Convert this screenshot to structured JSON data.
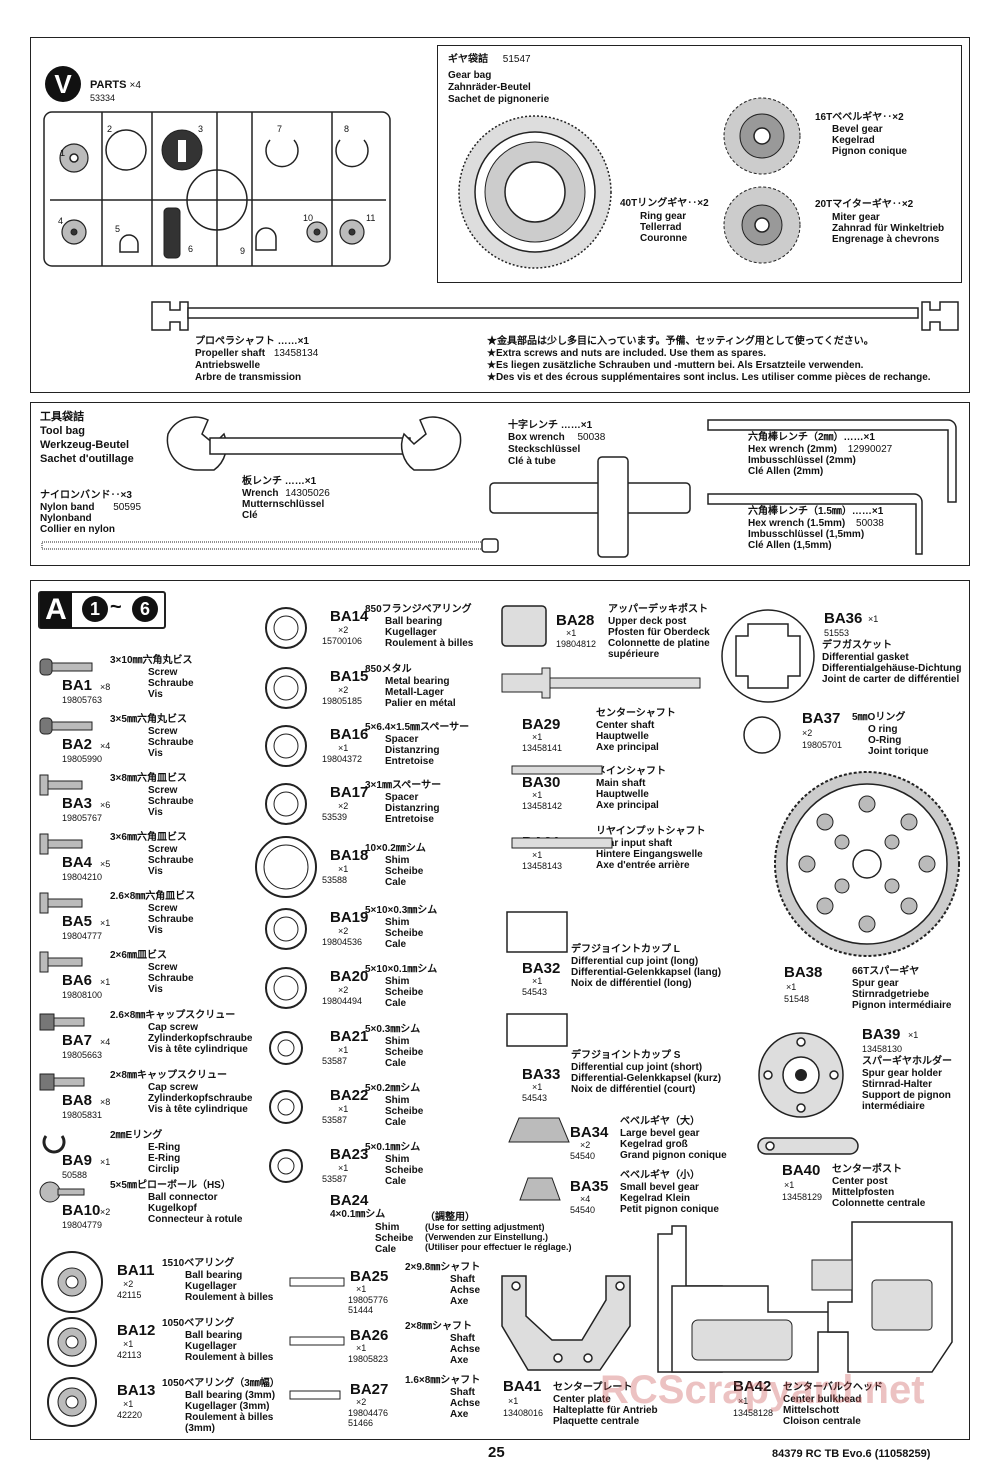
{
  "partsV": {
    "badge": "V",
    "title": "PARTS",
    "qty": "×4",
    "code": "53334",
    "nums": [
      "1",
      "2",
      "3",
      "4",
      "5",
      "6",
      "7",
      "8",
      "9",
      "10",
      "11"
    ],
    "shaft_ja": "プロペラシャフト ……×1",
    "shaft_en": "Propeller shaft",
    "shaft_code": "13458134",
    "shaft_de": "Antriebswelle",
    "shaft_fr": "Arbre de transmission"
  },
  "gearbag": {
    "ja": "ギヤ袋詰",
    "code": "51547",
    "en": "Gear bag",
    "de": "Zahnräder-Beutel",
    "fr": "Sachet de pignonerie",
    "bevel": [
      "16Tベベルギヤ‥×2",
      "Bevel gear",
      "Kegelrad",
      "Pignon conique"
    ],
    "ring": [
      "40Tリングギヤ‥×2",
      "Ring gear",
      "Tellerrad",
      "Couronne"
    ],
    "miter": [
      "20Tマイターギヤ‥×2",
      "Miter gear",
      "Zahnrad für Winkeltrieb",
      "Engrenage à chevrons"
    ]
  },
  "notes": [
    "★金具部品は少し多目に入っています。予備、セッティング用として使ってください。",
    "★Extra screws and nuts are included. Use them as spares.",
    "★Es liegen zusätzliche Schrauben und -muttern bei. Als Ersatzteile verwenden.",
    "★Des vis et des écrous supplémentaires sont inclus. Les utiliser comme pièces de rechange."
  ],
  "toolbag": {
    "ja": "工具袋詰",
    "en": "Tool bag",
    "de": "Werkzeug-Beutel",
    "fr": "Sachet d'outillage",
    "nylon": [
      "ナイロンバンド‥×3",
      "Nylon band",
      "50595",
      "Nylonband",
      "Collier en nylon"
    ],
    "wrench": [
      "板レンチ ……×1",
      "Wrench",
      "14305026",
      "Mutternschlüssel",
      "Clé"
    ],
    "box": [
      "十字レンチ ……×1",
      "Box wrench",
      "50038",
      "Steckschlüssel",
      "Clé à tube"
    ],
    "hex2": [
      "六角棒レンチ（2㎜）……×1",
      "Hex wrench (2mm)",
      "12990027",
      "Imbusschlüssel (2mm)",
      "Clé Allen (2mm)"
    ],
    "hex15": [
      "六角棒レンチ（1.5㎜）……×1",
      "Hex wrench (1.5mm)",
      "50038",
      "Imbusschlüssel (1,5mm)",
      "Clé Allen (1,5mm)"
    ]
  },
  "sectionA": {
    "letter": "A",
    "step_from": "1",
    "tilde": "~",
    "step_to": "6"
  },
  "col1": [
    {
      "code": "BA1",
      "qty": "×8",
      "num": "19805763",
      "ja": "3×10㎜六角丸ビス",
      "en": "Screw",
      "de": "Schraube",
      "fr": "Vis"
    },
    {
      "code": "BA2",
      "qty": "×4",
      "num": "19805990",
      "ja": "3×5㎜六角丸ビス",
      "en": "Screw",
      "de": "Schraube",
      "fr": "Vis"
    },
    {
      "code": "BA3",
      "qty": "×6",
      "num": "19805767",
      "ja": "3×8㎜六角皿ビス",
      "en": "Screw",
      "de": "Schraube",
      "fr": "Vis"
    },
    {
      "code": "BA4",
      "qty": "×5",
      "num": "19804210",
      "ja": "3×6㎜六角皿ビス",
      "en": "Screw",
      "de": "Schraube",
      "fr": "Vis"
    },
    {
      "code": "BA5",
      "qty": "×1",
      "num": "19804777",
      "ja": "2.6×8㎜六角皿ビス",
      "en": "Screw",
      "de": "Schraube",
      "fr": "Vis"
    },
    {
      "code": "BA6",
      "qty": "×1",
      "num": "19808100",
      "ja": "2×6㎜皿ビス",
      "en": "Screw",
      "de": "Schraube",
      "fr": "Vis"
    },
    {
      "code": "BA7",
      "qty": "×4",
      "num": "19805663",
      "ja": "2.6×8㎜キャップスクリュー",
      "en": "Cap screw",
      "de": "Zylinderkopfschraube",
      "fr": "Vis à tête cylindrique"
    },
    {
      "code": "BA8",
      "qty": "×8",
      "num": "19805831",
      "ja": "2×8㎜キャップスクリュー",
      "en": "Cap screw",
      "de": "Zylinderkopfschraube",
      "fr": "Vis à tête cylindrique"
    },
    {
      "code": "BA9",
      "qty": "×1",
      "num": "50588",
      "ja": "2㎜Eリング",
      "en": "E-Ring",
      "de": "E-Ring",
      "fr": "Circlip"
    },
    {
      "code": "BA10",
      "qty": "×2",
      "num": "19804779",
      "ja": "5×5㎜ピローボール（HS）",
      "en": "Ball connector",
      "de": "Kugelkopf",
      "fr": "Connecteur à rotule"
    }
  ],
  "col1b": [
    {
      "code": "BA11",
      "qty": "×2",
      "num": "42115",
      "ja": "1510ベアリング",
      "en": "Ball bearing",
      "de": "Kugellager",
      "fr": "Roulement à billes"
    },
    {
      "code": "BA12",
      "qty": "×1",
      "num": "42113",
      "ja": "1050ベアリング",
      "en": "Ball bearing",
      "de": "Kugellager",
      "fr": "Roulement à billes"
    },
    {
      "code": "BA13",
      "qty": "×1",
      "num": "42220",
      "ja": "1050ベアリング（3㎜幅）",
      "en": "Ball bearing (3mm)",
      "de": "Kugellager (3mm)",
      "fr": "Roulement à billes",
      "fr2": "(3mm)"
    }
  ],
  "col2": [
    {
      "code": "BA14",
      "qty": "×2",
      "num": "15700106",
      "ja": "850フランジベアリング",
      "en": "Ball bearing",
      "de": "Kugellager",
      "fr": "Roulement à billes"
    },
    {
      "code": "BA15",
      "qty": "×2",
      "num": "19805185",
      "ja": "850メタル",
      "en": "Metal bearing",
      "de": "Metall-Lager",
      "fr": "Palier en métal"
    },
    {
      "code": "BA16",
      "qty": "×1",
      "num": "19804372",
      "ja": "5×6.4×1.5㎜スペーサー",
      "en": "Spacer",
      "de": "Distanzring",
      "fr": "Entretoise"
    },
    {
      "code": "BA17",
      "qty": "×2",
      "num": "53539",
      "ja": "3×1㎜スペーサー",
      "en": "Spacer",
      "de": "Distanzring",
      "fr": "Entretoise"
    },
    {
      "code": "BA18",
      "qty": "×1",
      "num": "53588",
      "ja": "10×0.2㎜シム",
      "en": "Shim",
      "de": "Scheibe",
      "fr": "Cale"
    },
    {
      "code": "BA19",
      "qty": "×2",
      "num": "19804536",
      "ja": "5×10×0.3㎜シム",
      "en": "Shim",
      "de": "Scheibe",
      "fr": "Cale"
    },
    {
      "code": "BA20",
      "qty": "×2",
      "num": "19804494",
      "ja": "5×10×0.1㎜シム",
      "en": "Shim",
      "de": "Scheibe",
      "fr": "Cale"
    },
    {
      "code": "BA21",
      "qty": "×1",
      "num": "53587",
      "ja": "5×0.3㎜シム",
      "en": "Shim",
      "de": "Scheibe",
      "fr": "Cale"
    },
    {
      "code": "BA22",
      "qty": "×1",
      "num": "53587",
      "ja": "5×0.2㎜シム",
      "en": "Shim",
      "de": "Scheibe",
      "fr": "Cale"
    },
    {
      "code": "BA23",
      "qty": "×1",
      "num": "53587",
      "ja": "5×0.1㎜シム",
      "en": "Shim",
      "de": "Scheibe",
      "fr": "Cale"
    }
  ],
  "ba24": {
    "code": "BA24",
    "size": "4×0.1㎜シム",
    "ja": "（調整用）",
    "en": "(Use for setting adjustment)",
    "de": "(Verwenden zur Einstellung.)",
    "fr": "(Utiliser pour effectuer le réglage.)",
    "w1": "Shim",
    "w2": "Scheibe",
    "w3": "Cale"
  },
  "col2b": [
    {
      "code": "BA25",
      "qty": "×1",
      "num": "19805776",
      "num2": "51444",
      "ja": "2×9.8㎜シャフト",
      "en": "Shaft",
      "de": "Achse",
      "fr": "Axe"
    },
    {
      "code": "BA26",
      "qty": "×1",
      "num": "19805823",
      "ja": "2×8㎜シャフト",
      "en": "Shaft",
      "de": "Achse",
      "fr": "Axe"
    },
    {
      "code": "BA27",
      "qty": "×2",
      "num": "19804476",
      "num2": "51466",
      "ja": "1.6×8㎜シャフト",
      "en": "Shaft",
      "de": "Achse",
      "fr": "Axe"
    }
  ],
  "col3": [
    {
      "code": "BA28",
      "qty": "×1",
      "num": "19804812",
      "ja": "アッパーデッキポスト",
      "en": "Upper deck post",
      "de": "Pfosten für Oberdeck",
      "fr": "Colonnette de platine",
      "fr2": "supérieure"
    },
    {
      "code": "BA29",
      "qty": "×1",
      "num": "13458141",
      "ja": "センターシャフト",
      "en": "Center shaft",
      "de": "Hauptwelle",
      "fr": "Axe principal"
    },
    {
      "code": "BA30",
      "qty": "×1",
      "num": "13458142",
      "ja": "メインシャフト",
      "en": "Main shaft",
      "de": "Hauptwelle",
      "fr": "Axe principal"
    },
    {
      "code": "BA31",
      "qty": "×1",
      "num": "13458143",
      "ja": "リヤインプットシャフト",
      "en": "Rear input shaft",
      "de": "Hintere Eingangswelle",
      "fr": "Axe d'entrée arrière"
    },
    {
      "code": "BA32",
      "qty": "×1",
      "num": "54543",
      "ja": "デフジョイントカップ L",
      "en": "Differential cup joint (long)",
      "de": "Differential-Gelenkkapsel (lang)",
      "fr": "Noix de différentiel (long)"
    },
    {
      "code": "BA33",
      "qty": "×1",
      "num": "54543",
      "ja": "デフジョイントカップ S",
      "en": "Differential cup joint (short)",
      "de": "Differential-Gelenkkapsel (kurz)",
      "fr": "Noix de différentiel (court)"
    },
    {
      "code": "BA34",
      "qty": "×2",
      "num": "54540",
      "ja": "ベベルギヤ（大）",
      "en": "Large bevel gear",
      "de": "Kegelrad groß",
      "fr": "Grand pignon conique"
    },
    {
      "code": "BA35",
      "qty": "×4",
      "num": "54540",
      "ja": "ベベルギヤ（小）",
      "en": "Small bevel gear",
      "de": "Kegelrad Klein",
      "fr": "Petit pignon conique"
    }
  ],
  "ba41": {
    "code": "BA41",
    "qty": "×1",
    "num": "13408016",
    "ja": "センタープレート",
    "en": "Center plate",
    "de": "Halteplatte für Antrieb",
    "fr": "Plaquette centrale"
  },
  "col4": [
    {
      "code": "BA36",
      "qty": "×1",
      "num": "51553",
      "ja": "デフガスケット",
      "en": "Differential gasket",
      "de": "Differentialgehäuse-Dichtung",
      "fr": "Joint de carter de différentiel"
    },
    {
      "code": "BA37",
      "qty": "×2",
      "num": "19805701",
      "ja": "5㎜Oリング",
      "en": "O ring",
      "de": "O-Ring",
      "fr": "Joint torique"
    },
    {
      "code": "BA38",
      "qty": "×1",
      "num": "51548",
      "ja": "66Tスパーギヤ",
      "en": "Spur gear",
      "de": "Stirnradgetriebe",
      "fr": "Pignon intermédiaire"
    },
    {
      "code": "BA39",
      "qty": "×1",
      "num": "13458130",
      "ja": "スパーギヤホルダー",
      "en": "Spur gear holder",
      "de": "Stirnrad-Halter",
      "fr": "Support de pignon",
      "fr2": "intermédiaire"
    },
    {
      "code": "BA40",
      "qty": "×1",
      "num": "13458129",
      "ja": "センターポスト",
      "en": "Center post",
      "de": "Mittelpfosten",
      "fr": "Colonnette centrale"
    },
    {
      "code": "BA42",
      "qty": "×1",
      "num": "13458128",
      "ja": "センターバルクヘッド",
      "en": "Center bulkhead",
      "de": "Mittelschott",
      "fr": "Cloison centrale"
    }
  ],
  "footer": {
    "page": "25",
    "model": "84379 RC TB Evo.6 (11058259)",
    "watermark": "RCScrapyard.net"
  }
}
